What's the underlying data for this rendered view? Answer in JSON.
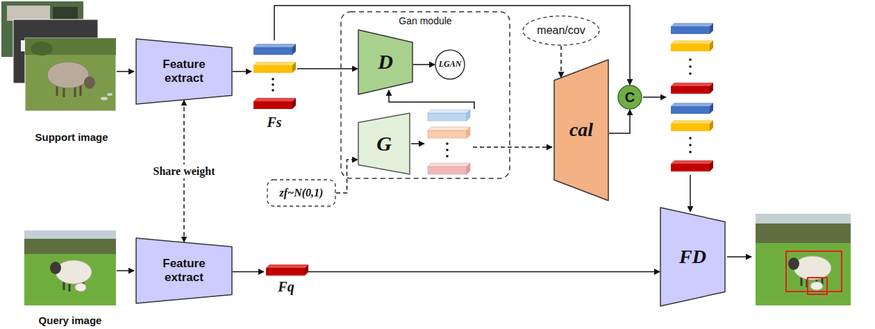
{
  "diagram": {
    "nodes": [
      {
        "text": [
          "Gan module"
        ]
      },
      {
        "text": [
          "Feature extract"
        ]
      },
      {
        "text": [
          "Fs"
        ]
      },
      {
        "text": [
          "D"
        ],
        "in": 0
      },
      {
        "text": [
          "LGAN"
        ],
        "in": 0
      },
      {
        "text": [
          "G"
        ],
        "in": 0
      },
      {
        "text": [
          "zf~N(0,1)"
        ]
      },
      {
        "text": [
          "mean/cov"
        ]
      },
      {
        "text": [
          "cal"
        ]
      },
      {
        "text": [
          "C"
        ]
      },
      {
        "text": [
          "FD"
        ]
      },
      {
        "text": [
          "Feature extract"
        ]
      },
      {
        "text": [
          "Fq"
        ]
      }
    ],
    "edges": [
      {
        "from": 1,
        "to": 2,
        "arrow": "to"
      },
      {
        "from": 2,
        "to": 3,
        "arrow": "to"
      },
      {
        "from": 3,
        "to": 4,
        "arrow": "to"
      },
      {
        "from": 6,
        "to": 5,
        "arrow": "to"
      },
      {
        "from": 7,
        "to": 8,
        "arrow": "to"
      },
      {
        "from": 8,
        "to": 9,
        "arrow": "to"
      },
      {
        "from": 2,
        "to": 9,
        "arrow": "to"
      },
      {
        "from": 11,
        "to": 12,
        "arrow": "to"
      },
      {
        "from": 12,
        "to": 10,
        "arrow": "to"
      },
      {
        "from": 1,
        "to": 11,
        "label": "Share weight",
        "arrow": "both"
      }
    ],
    "labels": [
      "Support image",
      "Query image"
    ]
  }
}
